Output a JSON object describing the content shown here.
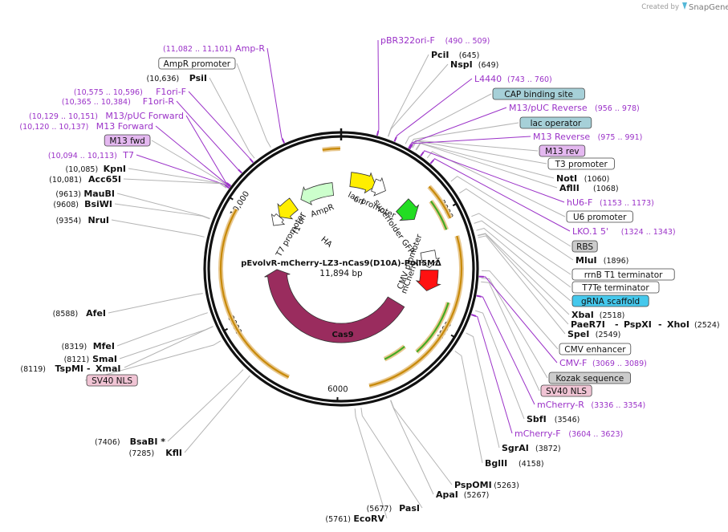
{
  "branding": {
    "created_by": "Created by",
    "product": "SnapGene"
  },
  "plasmid": {
    "name": "pEvolvR-mCherry-LZ3-nCas9(D10A)-PolI5MΔ",
    "size_label": "11,894 bp",
    "length": 11894
  },
  "ticks": [
    "2000",
    "4000",
    "6000",
    "8000",
    "10,000"
  ],
  "colors": {
    "primer": "#9b32c8",
    "leader": "#b4b4b4",
    "primer_leader": "#9b32c8",
    "ring": "#111111"
  },
  "enzymes": [
    {
      "name": "PciI",
      "pos": "(645)"
    },
    {
      "name": "NspI",
      "pos": "(649)"
    },
    {
      "name": "PsiI",
      "pos": "(10,636)"
    },
    {
      "name": "KpnI",
      "pos": "(10,085)"
    },
    {
      "name": "Acc65I",
      "pos": "(10,081)"
    },
    {
      "name": "MauBI",
      "pos": "(9613)"
    },
    {
      "name": "BsiWI",
      "pos": "(9608)"
    },
    {
      "name": "NruI",
      "pos": "(9354)"
    },
    {
      "name": "AfeI",
      "pos": "(8588)"
    },
    {
      "name": "MfeI",
      "pos": "(8319)"
    },
    {
      "name": "SmaI",
      "pos": "(8121)"
    },
    {
      "name": "TspMI",
      "pos": "(8119)"
    },
    {
      "name": "BsaBI *",
      "pos": "(7406)"
    },
    {
      "name": "KflI",
      "pos": "(7285)"
    },
    {
      "name": "EcoRV",
      "pos": "(5761)"
    },
    {
      "name": "PasI",
      "pos": "(5677)"
    },
    {
      "name": "ApaI",
      "pos": "(5267)"
    },
    {
      "name": "PspOMI",
      "pos": "(5263)"
    },
    {
      "name": "BglII",
      "pos": "(4158)"
    },
    {
      "name": "SgrAI",
      "pos": "(3872)"
    },
    {
      "name": "SbfI",
      "pos": "(3546)"
    },
    {
      "name": "SpeI",
      "pos": "(2549)"
    },
    {
      "name": "XbaI",
      "pos": "(2518)"
    },
    {
      "name": "MluI",
      "pos": "(1896)"
    },
    {
      "name": "AflII",
      "pos": "(1068)"
    },
    {
      "name": "NotI",
      "pos": "(1060)"
    }
  ],
  "enzyme_group": {
    "names": [
      "PaeR7I",
      "PspXI",
      "XhoI"
    ],
    "pos": "(2524)",
    "sep": "-"
  },
  "xmai_label": "XmaI",
  "primers": [
    {
      "name": "Amp-R",
      "pos": "(11,082 .. 11,101)"
    },
    {
      "name": "F1ori-F",
      "pos": "(10,575 .. 10,596)"
    },
    {
      "name": "F1ori-R",
      "pos": "(10,365 .. 10,384)"
    },
    {
      "name": "M13/pUC Forward",
      "pos": "(10,129 .. 10,151)"
    },
    {
      "name": "M13 Forward",
      "pos": "(10,120 .. 10,137)"
    },
    {
      "name": "T7",
      "pos": "(10,094 .. 10,113)"
    },
    {
      "name": "pBR322ori-F",
      "pos": "(490 .. 509)"
    },
    {
      "name": "L4440",
      "pos": "(743 .. 760)"
    },
    {
      "name": "M13/pUC Reverse",
      "pos": "(956 .. 978)"
    },
    {
      "name": "M13 Reverse",
      "pos": "(975 .. 991)"
    },
    {
      "name": "hU6-F",
      "pos": "(1153 .. 1173)"
    },
    {
      "name": "LKO.1 5'",
      "pos": "(1324 .. 1343)"
    },
    {
      "name": "CMV-F",
      "pos": "(3069 .. 3089)"
    },
    {
      "name": "mCherry-R",
      "pos": "(3336 .. 3354)"
    },
    {
      "name": "mCherry-F",
      "pos": "(3604 .. 3623)"
    }
  ],
  "boxed": [
    {
      "label": "AmpR promoter",
      "fill": "#ffffff"
    },
    {
      "label": "M13 fwd",
      "fill": "#e4b8f0"
    },
    {
      "label": "SV40 NLS",
      "fill": "#f0c4d4"
    },
    {
      "label": "CAP binding site",
      "fill": "#a6d0d8"
    },
    {
      "label": "lac operator",
      "fill": "#a6d0d8"
    },
    {
      "label": "M13 rev",
      "fill": "#e4b8f0"
    },
    {
      "label": "T3 promoter",
      "fill": "#ffffff"
    },
    {
      "label": "U6 promoter",
      "fill": "#ffffff"
    },
    {
      "label": "RBS",
      "fill": "#cccccc"
    },
    {
      "label": "rrnB T1 terminator",
      "fill": "#ffffff"
    },
    {
      "label": "T7Te terminator",
      "fill": "#ffffff"
    },
    {
      "label": "gRNA scaffold",
      "fill": "#45c8ec"
    },
    {
      "label": "CMV enhancer",
      "fill": "#ffffff"
    },
    {
      "label": "Kozak sequence",
      "fill": "#cccccc"
    },
    {
      "label": "SV40 NLS",
      "fill": "#f0c4d4"
    }
  ],
  "inner_features": [
    {
      "label": "ori",
      "color": "#ffee00"
    },
    {
      "label": "lac promoter",
      "color": "#ffffff"
    },
    {
      "label": "superfolder GFP",
      "color": "#22dd22"
    },
    {
      "label": "CMV promoter",
      "color": "#ffffff"
    },
    {
      "label": "mCherry",
      "color": "#ff1111"
    },
    {
      "label": "Cas9",
      "color": "#9a2c5e"
    },
    {
      "label": "HA",
      "color": "#9a2c5e"
    },
    {
      "label": "AmpR",
      "color": "#ccffcc"
    },
    {
      "label": "f1 ori",
      "color": "#ffee00"
    },
    {
      "label": "T7 promoter",
      "color": "#ffffff"
    }
  ]
}
